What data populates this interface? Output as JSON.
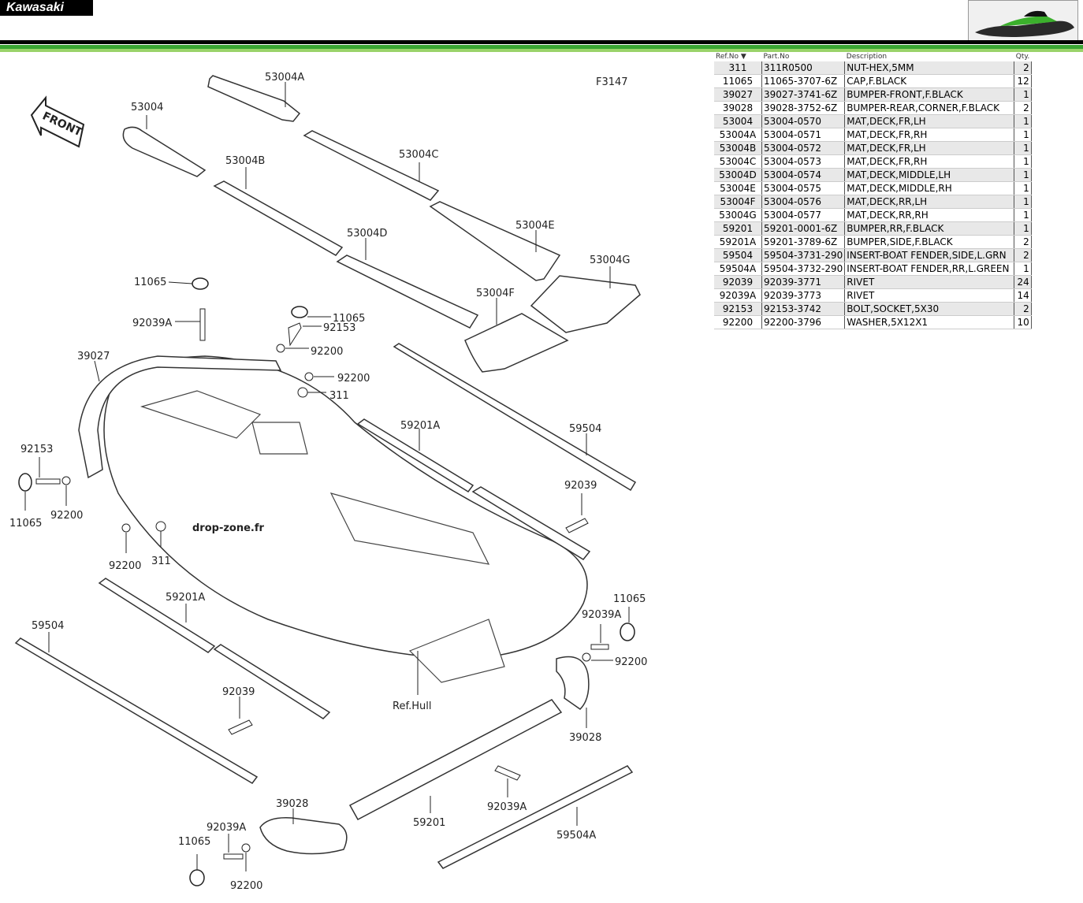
{
  "brand": "Kawasaki",
  "figure_code": "F3147",
  "watermark": "drop-zone.fr",
  "front_label": "FRONT",
  "hull_label": "Ref.Hull",
  "callouts": {
    "c53004": "53004",
    "c53004A": "53004A",
    "c53004B": "53004B",
    "c53004C": "53004C",
    "c53004D": "53004D",
    "c53004E": "53004E",
    "c53004F": "53004F",
    "c53004G": "53004G",
    "c11065": "11065",
    "c92039A": "92039A",
    "c92153": "92153",
    "c92200": "92200",
    "c311": "311",
    "c39027": "39027",
    "c59201A": "59201A",
    "c59504": "59504",
    "c92039": "92039",
    "c39028": "39028",
    "c59201": "59201",
    "c59504A": "59504A"
  },
  "table": {
    "headers": {
      "ref": "Ref.No",
      "part": "Part.No",
      "desc": "Description",
      "qty": "Qty."
    },
    "rows": [
      {
        "ref": "311",
        "part": "311R0500",
        "desc": "NUT-HEX,5MM",
        "qty": "2"
      },
      {
        "ref": "11065",
        "part": "11065-3707-6Z",
        "desc": "CAP,F.BLACK",
        "qty": "12"
      },
      {
        "ref": "39027",
        "part": "39027-3741-6Z",
        "desc": "BUMPER-FRONT,F.BLACK",
        "qty": "1"
      },
      {
        "ref": "39028",
        "part": "39028-3752-6Z",
        "desc": "BUMPER-REAR,CORNER,F.BLACK",
        "qty": "2"
      },
      {
        "ref": "53004",
        "part": "53004-0570",
        "desc": "MAT,DECK,FR,LH",
        "qty": "1"
      },
      {
        "ref": "53004A",
        "part": "53004-0571",
        "desc": "MAT,DECK,FR,RH",
        "qty": "1"
      },
      {
        "ref": "53004B",
        "part": "53004-0572",
        "desc": "MAT,DECK,FR,LH",
        "qty": "1"
      },
      {
        "ref": "53004C",
        "part": "53004-0573",
        "desc": "MAT,DECK,FR,RH",
        "qty": "1"
      },
      {
        "ref": "53004D",
        "part": "53004-0574",
        "desc": "MAT,DECK,MIDDLE,LH",
        "qty": "1"
      },
      {
        "ref": "53004E",
        "part": "53004-0575",
        "desc": "MAT,DECK,MIDDLE,RH",
        "qty": "1"
      },
      {
        "ref": "53004F",
        "part": "53004-0576",
        "desc": "MAT,DECK,RR,LH",
        "qty": "1"
      },
      {
        "ref": "53004G",
        "part": "53004-0577",
        "desc": "MAT,DECK,RR,RH",
        "qty": "1"
      },
      {
        "ref": "59201",
        "part": "59201-0001-6Z",
        "desc": "BUMPER,RR,F.BLACK",
        "qty": "1"
      },
      {
        "ref": "59201A",
        "part": "59201-3789-6Z",
        "desc": "BUMPER,SIDE,F.BLACK",
        "qty": "2"
      },
      {
        "ref": "59504",
        "part": "59504-3731-290",
        "desc": "INSERT-BOAT FENDER,SIDE,L.GRN",
        "qty": "2"
      },
      {
        "ref": "59504A",
        "part": "59504-3732-290",
        "desc": "INSERT-BOAT FENDER,RR,L.GREEN",
        "qty": "1"
      },
      {
        "ref": "92039",
        "part": "92039-3771",
        "desc": "RIVET",
        "qty": "24"
      },
      {
        "ref": "92039A",
        "part": "92039-3773",
        "desc": "RIVET",
        "qty": "14"
      },
      {
        "ref": "92153",
        "part": "92153-3742",
        "desc": "BOLT,SOCKET,5X30",
        "qty": "2"
      },
      {
        "ref": "92200",
        "part": "92200-3796",
        "desc": "WASHER,5X12X1",
        "qty": "10"
      }
    ]
  }
}
